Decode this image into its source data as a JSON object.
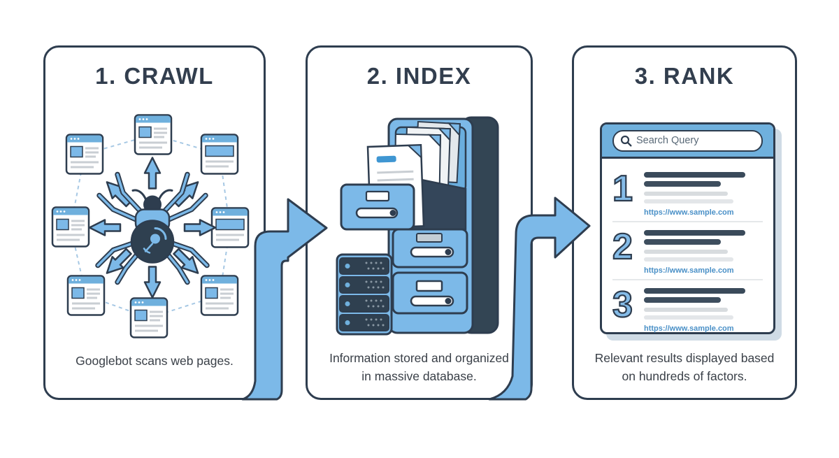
{
  "panels": {
    "crawl": {
      "title": "1. CRAWL",
      "caption_line1": "Googlebot scans web pages."
    },
    "index": {
      "title": "2. INDEX",
      "caption_line1": "Information stored and organized",
      "caption_line2": "in massive database."
    },
    "rank": {
      "title": "3. RANK",
      "caption_line1": "Relevant results displayed based",
      "caption_line2": "on hundreds of factors.",
      "search_query": "Search Query",
      "results": [
        {
          "rank": "1",
          "url": "https://www.sample.com"
        },
        {
          "rank": "2",
          "url": "https://www.sample.com"
        },
        {
          "rank": "3",
          "url": "https://www.sample.com"
        }
      ]
    }
  },
  "icons": [
    "search-icon",
    "spider-icon",
    "webpage-icon",
    "flow-arrow-icon",
    "filing-cabinet-icon",
    "document-icon",
    "server-rack-icon"
  ],
  "colors": {
    "accent_blue": "#7cb9e8",
    "header_blue": "#6fb0dd",
    "navy_outline": "#2e3d4f",
    "dark_slab": "#334554",
    "url_blue": "#4a90c7",
    "bar_dark": "#3a4a5a",
    "bar_gray": "#d8dcdf",
    "shadow": "#cfdbe5"
  }
}
